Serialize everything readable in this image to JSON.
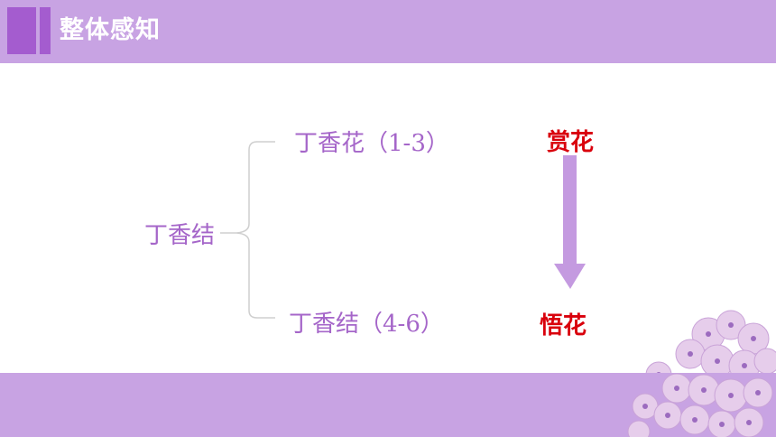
{
  "header": {
    "title": "整体感知"
  },
  "diagram": {
    "root": "丁香结",
    "top_branch": "丁香花（1-3）",
    "bottom_branch": "丁香结（4-6）",
    "top_theme": "赏花",
    "bottom_theme": "悟花"
  },
  "colors": {
    "header_bg": "#c8a3e3",
    "accent": "#a45ccf",
    "text_purple": "#a566c9",
    "text_red": "#d9000c"
  },
  "icons": [
    "down-arrow-icon",
    "lilac-flowers-decoration"
  ]
}
